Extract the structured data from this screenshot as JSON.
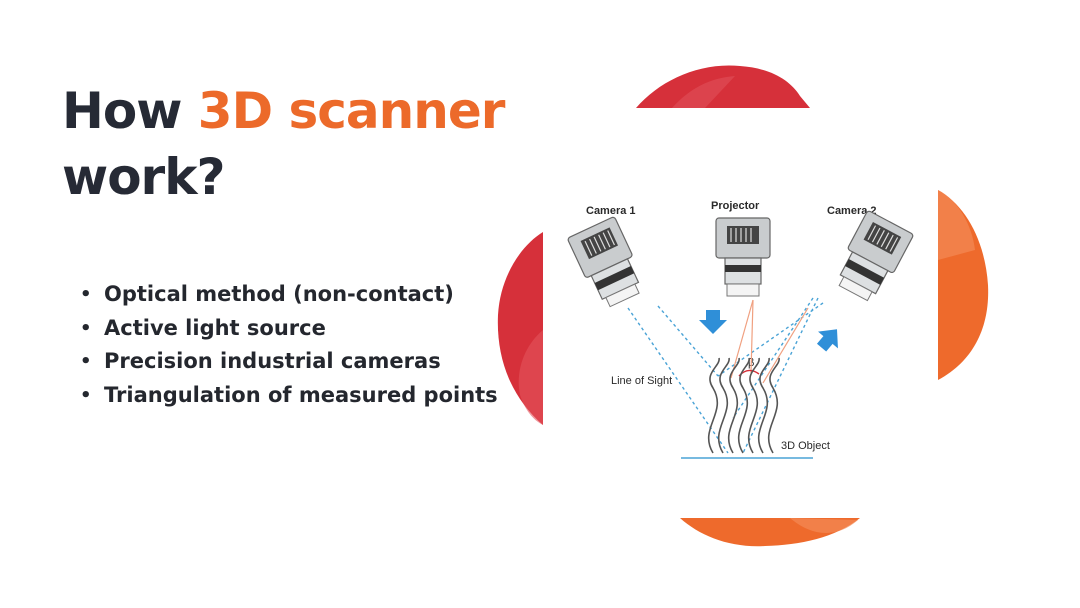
{
  "slide": {
    "title_prefix": "How ",
    "title_accent": "3D scanner",
    "title_suffix": "work?",
    "bullets": [
      "Optical method (non-contact)",
      "Active light source",
      "Precision industrial cameras",
      "Triangulation of measured points"
    ]
  },
  "diagram": {
    "camera1_label": "Camera 1",
    "projector_label": "Projector",
    "camera2_label": "Camera 2",
    "line_of_sight_label": "Line of Sight",
    "beta_label": "β",
    "object_label": "3D Object"
  },
  "colors": {
    "title": "#262a35",
    "accent": "#ec6a2a",
    "blob_red": "#d6303a",
    "blob_orange": "#ee6a2c",
    "arrow_blue": "#2f8fd8",
    "sight_line": "#4aa3d6",
    "ray_line": "#f0a080"
  }
}
